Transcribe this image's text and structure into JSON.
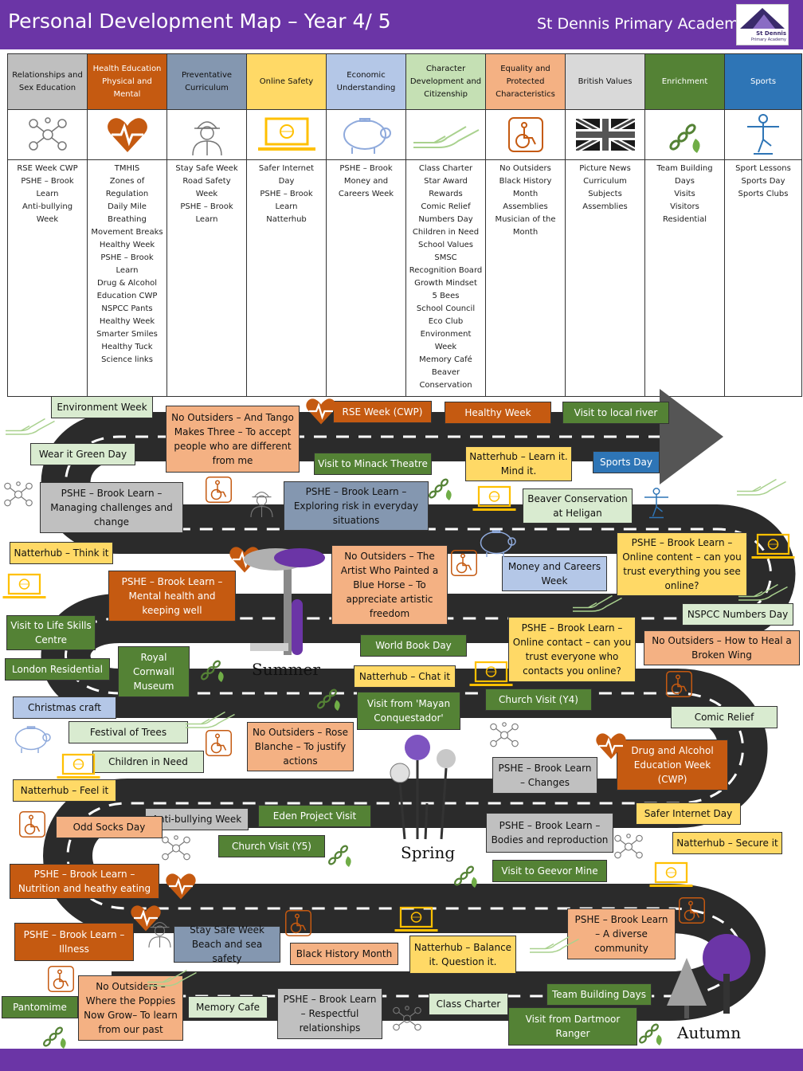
{
  "header": {
    "title": "Personal Development Map – Year 4/ 5",
    "school": "St Dennis Primary Academy",
    "logo_name": "St Dennis",
    "logo_sub": "Primary Academy"
  },
  "colors": {
    "brand": "#6b35a6",
    "road": "#2b2b2b"
  },
  "columns": [
    {
      "heading": "Relationships and Sex Education",
      "color": "#bfbfbf",
      "icon": "network-icon",
      "items": [
        "RSE Week CWP",
        "PSHE – Brook",
        "Learn",
        "Anti-bullying",
        "Week"
      ]
    },
    {
      "heading": "Health Education Physical and Mental",
      "color": "#c55a11",
      "icon": "heart-icon",
      "items": [
        "TMHIS",
        "Zones of",
        "Regulation",
        "Daily Mile",
        "Breathing",
        "Movement Breaks",
        "Healthy Week",
        "PSHE – Brook",
        "Learn",
        "Drug & Alcohol",
        "Education CWP",
        "NSPCC Pants",
        "Healthy Week",
        "Smarter Smiles",
        "Healthy Tuck",
        "Science links"
      ]
    },
    {
      "heading": "Preventative Curriculum",
      "color": "#8497b0",
      "icon": "worker-icon",
      "items": [
        "Stay Safe Week",
        "Road Safety",
        "Week",
        "PSHE – Brook",
        "Learn"
      ]
    },
    {
      "heading": "Online Safety",
      "color": "#ffd966",
      "icon": "laptop-icon",
      "items": [
        "Safer Internet",
        "Day",
        "PSHE – Brook",
        "Learn",
        "Natterhub"
      ]
    },
    {
      "heading": "Economic Understanding",
      "color": "#b4c7e7",
      "icon": "piggy-bank-icon",
      "items": [
        "PSHE – Brook",
        "Money and",
        "Careers Week"
      ]
    },
    {
      "heading": "Character Development and Citizenship",
      "color": "#c5e0b4",
      "icon": "hand-icon",
      "items": [
        "Class Charter",
        "Star Award",
        "Rewards",
        "Comic Relief",
        "Numbers Day",
        "Children in Need",
        "School Values",
        "SMSC",
        "Recognition Board",
        "Growth Mindset",
        "5 Bees",
        "School Council",
        "Eco Club",
        "Environment",
        "Week",
        "Memory Café",
        "Beaver",
        "Conservation"
      ]
    },
    {
      "heading": "Equality and Protected Characteristics",
      "color": "#f4b183",
      "icon": "wheelchair-icon",
      "items": [
        "No Outsiders",
        "Black History",
        "Month",
        "Assemblies",
        "Musician of the",
        "Month"
      ]
    },
    {
      "heading": "British Values",
      "color": "#d9d9d9",
      "icon": "union-flag-icon",
      "items": [
        "Picture News",
        "Curriculum",
        "Subjects",
        "Assemblies"
      ]
    },
    {
      "heading": "Enrichment",
      "color": "#548235",
      "icon": "chain-icon",
      "items": [
        "Team Building",
        "Days",
        "Visits",
        "Visitors",
        "Residential"
      ]
    },
    {
      "heading": "Sports",
      "color": "#2e75b6",
      "icon": "gymnast-icon",
      "items": [
        "Sport Lessons",
        "Sports Day",
        "Sports Clubs"
      ]
    }
  ],
  "seasons": {
    "summer": "Summer",
    "spring": "Spring",
    "autumn": "Autumn"
  },
  "boxes": [
    {
      "text": "Environment Week",
      "c": "green"
    },
    {
      "text": "No Outsiders – And Tango Makes Three – To accept people who are different from me",
      "c": "orange"
    },
    {
      "text": "RSE Week (CWP)",
      "c": "rust"
    },
    {
      "text": "Healthy Week",
      "c": "rust"
    },
    {
      "text": "Visit to local river",
      "c": "dgreen"
    },
    {
      "text": "Wear it Green Day",
      "c": "green"
    },
    {
      "text": "Visit to Minack Theatre",
      "c": "dgreen"
    },
    {
      "text": "Natterhub – Learn it. Mind it.",
      "c": "yellow"
    },
    {
      "text": "Sports Day",
      "c": "sblue"
    },
    {
      "text": "PSHE – Brook Learn – Managing challenges and change",
      "c": "grey"
    },
    {
      "text": "PSHE – Brook Learn – Exploring risk in everyday situations",
      "c": "slate"
    },
    {
      "text": "Beaver Conservation at Heligan",
      "c": "green"
    },
    {
      "text": "Natterhub – Think it",
      "c": "yellow"
    },
    {
      "text": "No Outsiders – The Artist Who Painted a Blue Horse – To appreciate artistic freedom",
      "c": "orange"
    },
    {
      "text": "PSHE – Brook Learn – Online content – can you trust everything you see online?",
      "c": "yellow"
    },
    {
      "text": "PSHE – Brook Learn – Mental health and keeping well",
      "c": "rust"
    },
    {
      "text": "Money and Careers Week",
      "c": "blue"
    },
    {
      "text": "Visit to Life Skills Centre",
      "c": "dgreen"
    },
    {
      "text": "NSPCC Numbers Day",
      "c": "green"
    },
    {
      "text": "World Book Day",
      "c": "dgreen"
    },
    {
      "text": "PSHE – Brook Learn – Online contact – can you trust everyone who contacts you online?",
      "c": "yellow"
    },
    {
      "text": "No Outsiders – How to Heal a Broken Wing",
      "c": "orange"
    },
    {
      "text": "London Residential",
      "c": "dgreen"
    },
    {
      "text": "Royal Cornwall Museum",
      "c": "dgreen"
    },
    {
      "text": "Natterhub – Chat it",
      "c": "yellow"
    },
    {
      "text": "Church Visit (Y4)",
      "c": "dgreen"
    },
    {
      "text": "Christmas craft",
      "c": "blue"
    },
    {
      "text": "Visit from 'Mayan Conquestador'",
      "c": "dgreen"
    },
    {
      "text": "Comic Relief",
      "c": "green"
    },
    {
      "text": "Festival of Trees",
      "c": "green"
    },
    {
      "text": "No Outsiders – Rose Blanche – To justify actions",
      "c": "orange"
    },
    {
      "text": "Drug and Alcohol Education Week (CWP)",
      "c": "rust"
    },
    {
      "text": "Children in Need",
      "c": "green"
    },
    {
      "text": "PSHE – Brook Learn – Changes",
      "c": "grey"
    },
    {
      "text": "Natterhub – Feel it",
      "c": "yellow"
    },
    {
      "text": "Safer Internet Day",
      "c": "yellow"
    },
    {
      "text": "Anti-bullying Week",
      "c": "grey"
    },
    {
      "text": "Eden Project Visit",
      "c": "dgreen"
    },
    {
      "text": "Odd Socks Day",
      "c": "orange"
    },
    {
      "text": "PSHE – Brook Learn – Bodies and reproduction",
      "c": "grey"
    },
    {
      "text": "Natterhub – Secure it",
      "c": "yellow"
    },
    {
      "text": "Church Visit (Y5)",
      "c": "dgreen"
    },
    {
      "text": "PSHE – Brook Learn – Nutrition and heathy eating",
      "c": "rust"
    },
    {
      "text": "Visit to Geevor Mine",
      "c": "dgreen"
    },
    {
      "text": "PSHE – Brook Learn – Illness",
      "c": "rust"
    },
    {
      "text": "Stay Safe Week Beach and sea safety",
      "c": "slate"
    },
    {
      "text": "Black History Month",
      "c": "orange"
    },
    {
      "text": "Natterhub – Balance it. Question it.",
      "c": "yellow"
    },
    {
      "text": "PSHE – Brook Learn – A diverse community",
      "c": "orange"
    },
    {
      "text": "No Outsiders – Where the Poppies Now Grow– To learn from our past",
      "c": "orange"
    },
    {
      "text": "Team Building Days",
      "c": "dgreen"
    },
    {
      "text": "Pantomime",
      "c": "dgreen"
    },
    {
      "text": "Memory Cafe",
      "c": "green"
    },
    {
      "text": "PSHE – Brook Learn – Respectful relationships",
      "c": "grey"
    },
    {
      "text": "Class Charter",
      "c": "green"
    },
    {
      "text": "Visit from Dartmoor Ranger",
      "c": "dgreen"
    }
  ]
}
